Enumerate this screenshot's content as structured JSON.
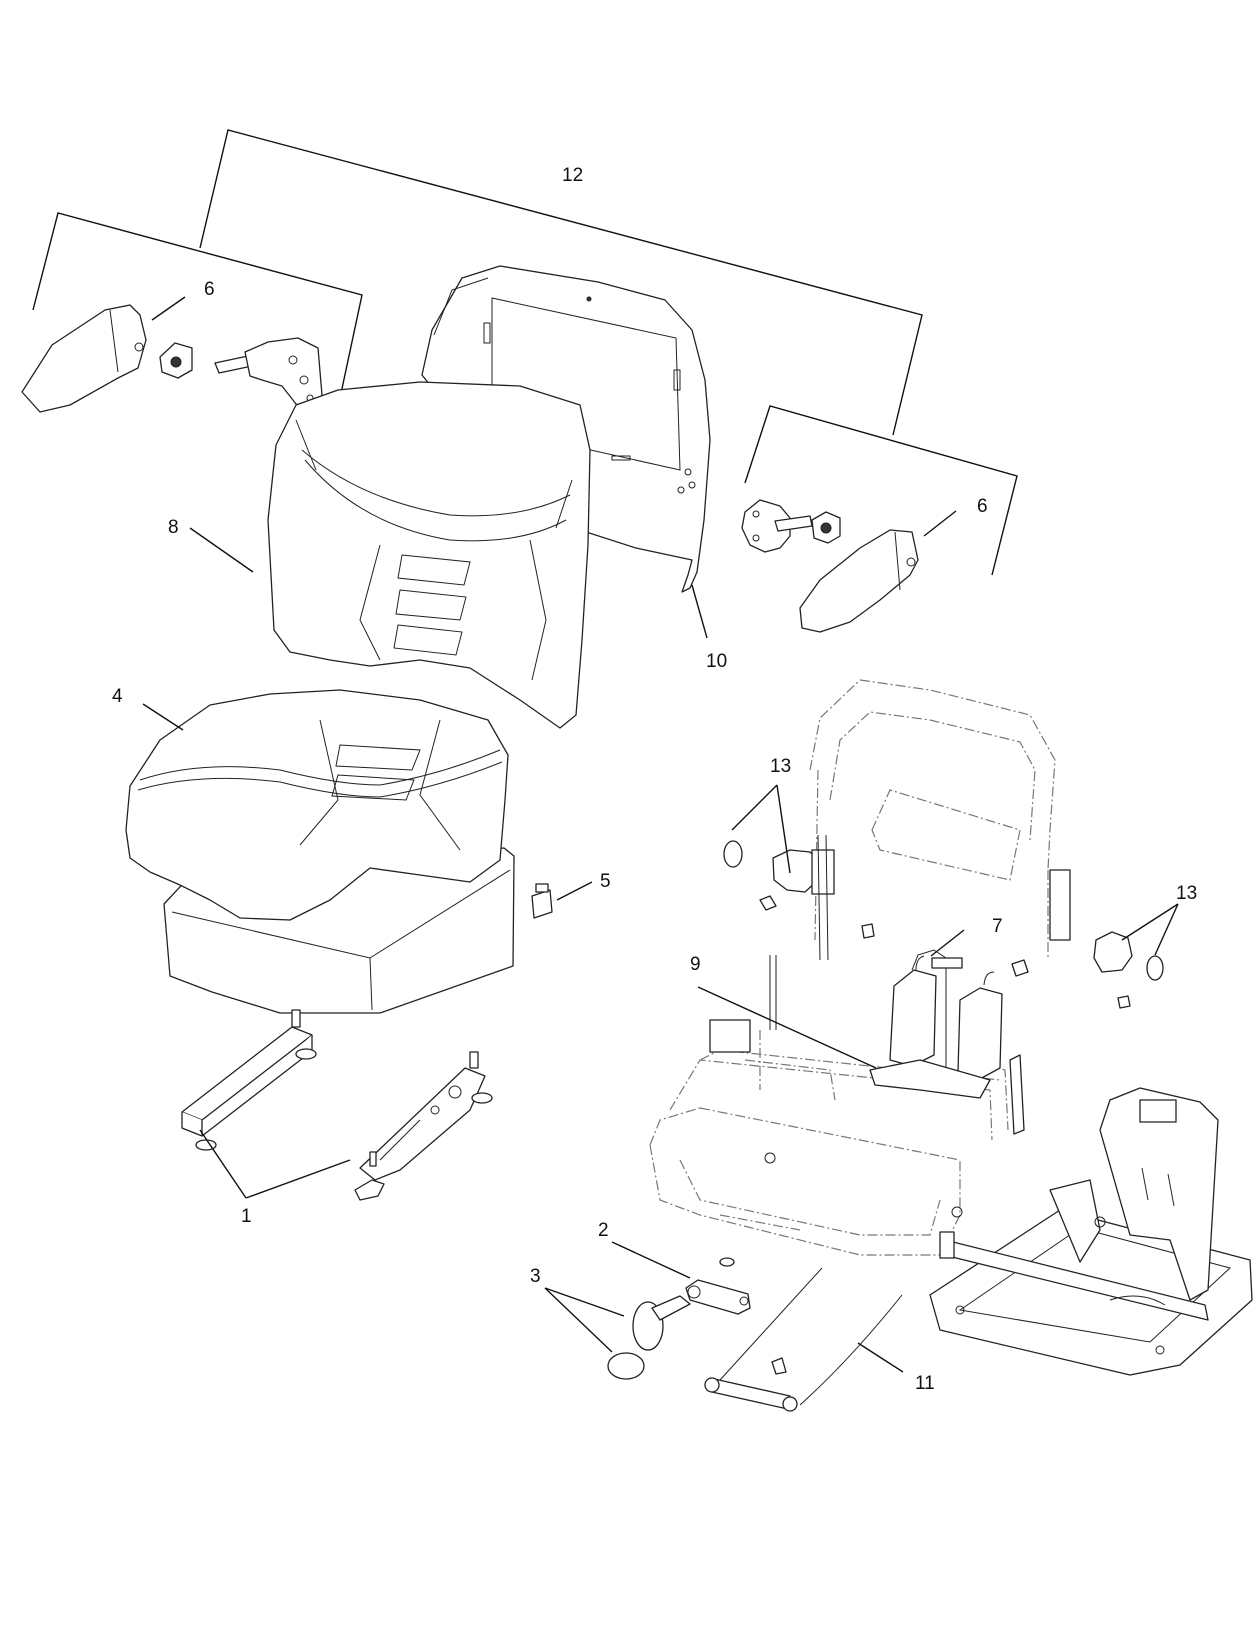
{
  "callouts": {
    "c1": "1",
    "c2": "2",
    "c3": "3",
    "c4": "4",
    "c5": "5",
    "c6a": "6",
    "c6b": "6",
    "c7": "7",
    "c8": "8",
    "c9": "9",
    "c10": "10",
    "c11": "11",
    "c12": "12",
    "c13a": "13",
    "c13b": "13"
  }
}
